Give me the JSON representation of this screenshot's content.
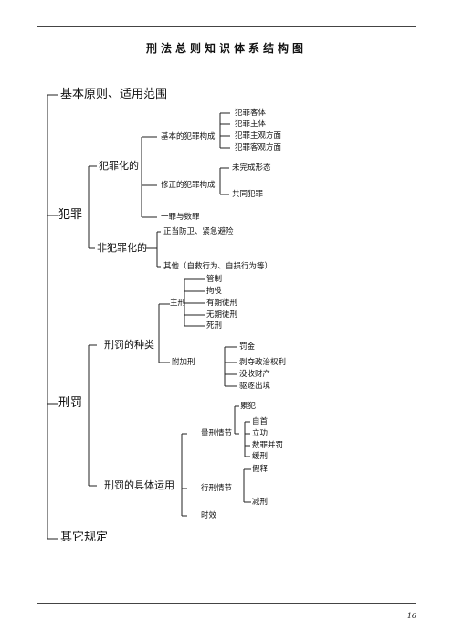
{
  "title": "刑法总则知识体系结构图",
  "page_number": "16",
  "tree": {
    "basic": "基本原则、适用范围",
    "crime": "犯罪",
    "criminalization": "犯罪化的",
    "basic_constitution": "基本的犯罪构成",
    "bc_items": [
      "犯罪客体",
      "犯罪主体",
      "犯罪主观方面",
      "犯罪客观方面"
    ],
    "modified_constitution": "修正的犯罪构成",
    "mc_items": [
      "未完成形态",
      "共同犯罪"
    ],
    "one_vs_many": "一罪与数罪",
    "non_criminalization": "非犯罪化的",
    "nc_items": [
      "正当防卫、紧急避险",
      "其他（自救行为、自损行为等）"
    ],
    "penalty": "刑罚",
    "penalty_types": "刑罚的种类",
    "principal": "主刑",
    "principal_items": [
      "管制",
      "拘役",
      "有期徒刑",
      "无期徒刑",
      "死刑"
    ],
    "supplementary": "附加刑",
    "supp_items": [
      "罚金",
      "剥夺政治权利",
      "没收财产",
      "驱逐出境"
    ],
    "penalty_application": "刑罚的具体运用",
    "sentencing": "量刑情节",
    "recidivism": "累犯",
    "sentencing_items": [
      "自首",
      "立功",
      "数罪并罚",
      "缓刑"
    ],
    "execution": "行刑情节",
    "parole": "假释",
    "commutation": "减刑",
    "limitation": "时效",
    "other": "其它规定"
  }
}
